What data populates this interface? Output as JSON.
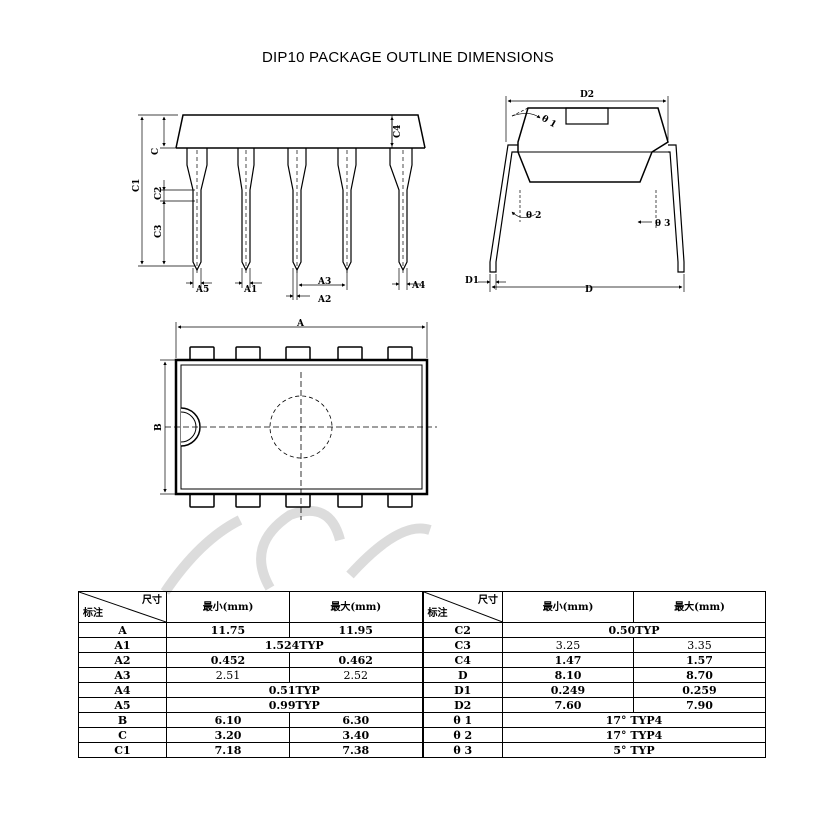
{
  "title": "DIP10 PACKAGE OUTLINE DIMENSIONS",
  "labels": {
    "C": "C",
    "C1": "C1",
    "C2": "C2",
    "C3": "C3",
    "C4": "C4",
    "A": "A",
    "A1": "A1",
    "A2": "A2",
    "A3": "A3",
    "A4": "A4",
    "A5": "A5",
    "B": "B",
    "D": "D",
    "D1": "D1",
    "D2": "D2",
    "theta1": "θ 1",
    "theta2": "θ 2",
    "theta3": "θ 3"
  },
  "table": {
    "header_top": "尺寸",
    "header_bottom": "标注",
    "col_min": "最小(mm)",
    "col_max": "最大(mm)",
    "left": [
      {
        "name": "A",
        "min": "11.75",
        "max": "11.95"
      },
      {
        "name": "A1",
        "typ": "1.524TYP"
      },
      {
        "name": "A2",
        "min": "0.452",
        "max": "0.462"
      },
      {
        "name": "A3",
        "min": "2.51",
        "max": "2.52",
        "light": true
      },
      {
        "name": "A4",
        "typ": "0.51TYP"
      },
      {
        "name": "A5",
        "typ": "0.99TYP"
      },
      {
        "name": "B",
        "min": "6.10",
        "max": "6.30"
      },
      {
        "name": "C",
        "min": "3.20",
        "max": "3.40"
      },
      {
        "name": "C1",
        "min": "7.18",
        "max": "7.38"
      }
    ],
    "right": [
      {
        "name": "C2",
        "typ": "0.50TYP"
      },
      {
        "name": "C3",
        "min": "3.25",
        "max": "3.35",
        "light": true
      },
      {
        "name": "C4",
        "min": "1.47",
        "max": "1.57"
      },
      {
        "name": "D",
        "min": "8.10",
        "max": "8.70"
      },
      {
        "name": "D1",
        "min": "0.249",
        "max": "0.259"
      },
      {
        "name": "D2",
        "min": "7.60",
        "max": "7.90"
      },
      {
        "name": "θ 1",
        "typ": "17° TYP4"
      },
      {
        "name": "θ 2",
        "typ": "17° TYP4"
      },
      {
        "name": "θ 3",
        "typ": "5° TYP"
      }
    ]
  }
}
